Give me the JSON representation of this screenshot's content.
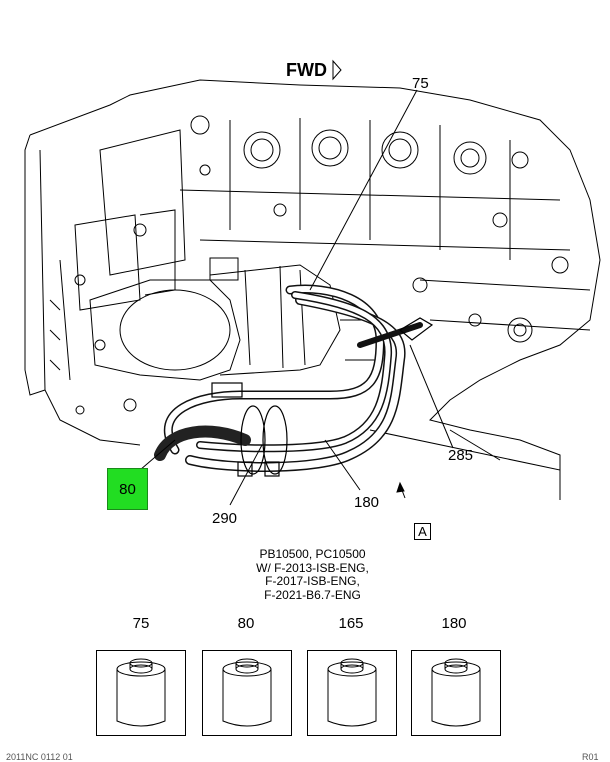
{
  "diagram": {
    "fwd_label": "FWD",
    "callouts": {
      "c75": "75",
      "c80": "80",
      "c285": "285",
      "c290": "290",
      "c180": "180"
    },
    "view_label": "A",
    "highlight_color": "#22dd22",
    "note_lines": [
      "PB10500, PC10500",
      "W/ F-2013-ISB-ENG,",
      "F-2017-ISB-ENG,",
      "F-2021-B6.7-ENG"
    ]
  },
  "parts": [
    {
      "number": "75"
    },
    {
      "number": "80"
    },
    {
      "number": "165"
    },
    {
      "number": "180"
    }
  ],
  "footer": {
    "left": "2011NC 0112 01",
    "right": "R01"
  }
}
